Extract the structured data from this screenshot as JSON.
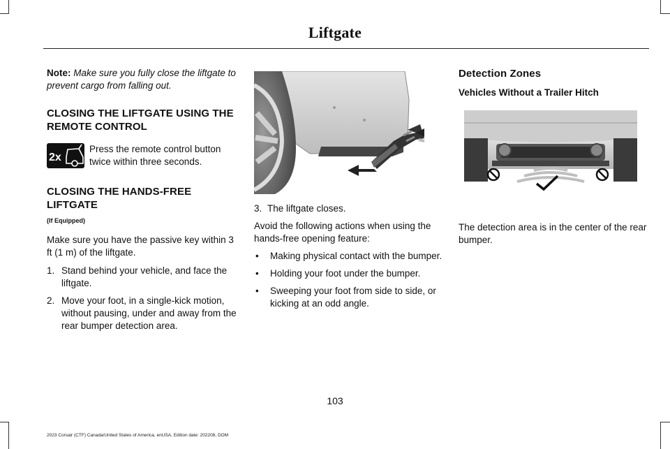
{
  "page": {
    "header_title": "Liftgate",
    "page_number": "103",
    "footer": "2023 Corsair (CTF) Canada/United States of America, enUSA, Edition date: 202208, DOM"
  },
  "column1": {
    "note_label": "Note:",
    "note_text": "Make sure you fully close the liftgate to prevent cargo from falling out.",
    "section1_heading": "CLOSING THE LIFTGATE USING THE REMOTE CONTROL",
    "remote_icon_label": "2x",
    "remote_text": "Press the remote control button twice within three seconds.",
    "section2_heading": "CLOSING THE HANDS-FREE LIFTGATE",
    "if_equipped": "(If Equipped)",
    "intro": "Make sure you have the passive key within 3 ft (1 m) of the liftgate.",
    "steps": [
      {
        "num": "1.",
        "text": "Stand behind your vehicle, and face the liftgate."
      },
      {
        "num": "2.",
        "text": "Move your foot, in a single-kick motion, without pausing, under and away from the rear bumper detection area."
      }
    ]
  },
  "column2": {
    "figure_icon": "kick-motion-illustration",
    "step3_num": "3.",
    "step3_text": "The liftgate closes.",
    "avoid_intro": "Avoid the following actions when using the hands-free opening feature:",
    "bullets": [
      "Making physical contact with the bumper.",
      "Holding your foot under the bumper.",
      "Sweeping your foot from side to side, or kicking at an odd angle."
    ]
  },
  "column3": {
    "heading": "Detection Zones",
    "subheading": "Vehicles Without a Trailer Hitch",
    "figure_icon": "detection-zone-illustration",
    "detection_text": "The detection area is in the center of the rear bumper."
  }
}
